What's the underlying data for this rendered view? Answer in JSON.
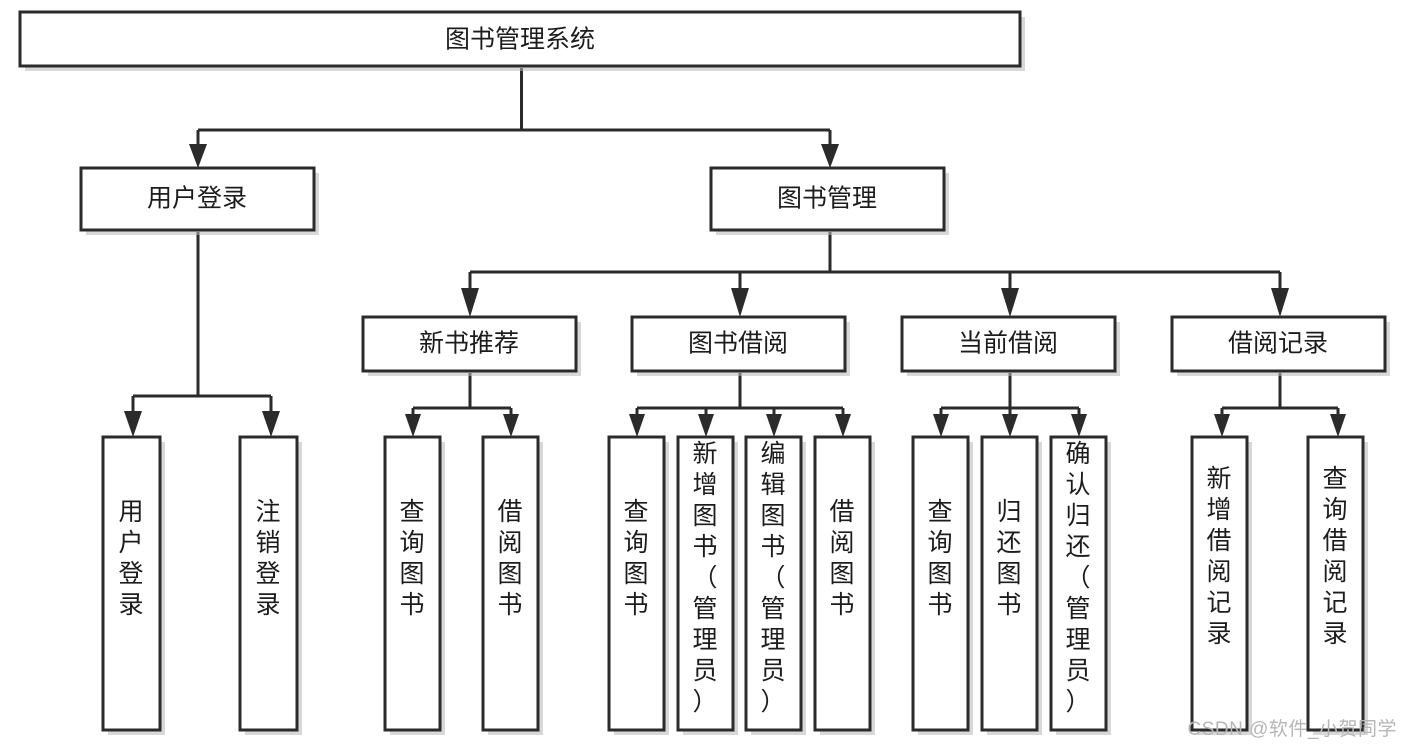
{
  "diagram": {
    "type": "hierarchy-tree",
    "title": "图书管理系统",
    "orientation": "top-down",
    "watermark": "CSDN @软件_小贺同学",
    "colors": {
      "stroke": "#2b2b2b",
      "fill": "#ffffff",
      "text": "#1c1c1c",
      "shadow": "#b8b8b8",
      "watermark": "#b6b6b6"
    },
    "levels": [
      {
        "index": 0,
        "name": "root"
      },
      {
        "index": 1,
        "name": "modules"
      },
      {
        "index": 2,
        "name": "submodules"
      },
      {
        "index": 3,
        "name": "functions"
      }
    ],
    "nodes": {
      "root": {
        "label": "图书管理系统",
        "orientation": "horizontal"
      },
      "user_login": {
        "label": "用户登录",
        "orientation": "horizontal"
      },
      "book_manage": {
        "label": "图书管理",
        "orientation": "horizontal"
      },
      "new_book_rec": {
        "label": "新书推荐",
        "orientation": "horizontal"
      },
      "book_borrow": {
        "label": "图书借阅",
        "orientation": "horizontal"
      },
      "current_borrow": {
        "label": "当前借阅",
        "orientation": "horizontal"
      },
      "borrow_record": {
        "label": "借阅记录",
        "orientation": "horizontal"
      },
      "leaf_user_login": {
        "label": "用户登录",
        "orientation": "vertical"
      },
      "leaf_logout": {
        "label": "注销登录",
        "orientation": "vertical"
      },
      "leaf_query_book_1": {
        "label": "查询图书",
        "orientation": "vertical"
      },
      "leaf_borrow_book_1": {
        "label": "借阅图书",
        "orientation": "vertical"
      },
      "leaf_query_book_2": {
        "label": "查询图书",
        "orientation": "vertical"
      },
      "leaf_add_book": {
        "label": "新增图书（管理员）",
        "orientation": "vertical"
      },
      "leaf_edit_book": {
        "label": "编辑图书（管理员）",
        "orientation": "vertical"
      },
      "leaf_borrow_book_2": {
        "label": "借阅图书",
        "orientation": "vertical"
      },
      "leaf_query_book_3": {
        "label": "查询图书",
        "orientation": "vertical"
      },
      "leaf_return_book": {
        "label": "归还图书",
        "orientation": "vertical"
      },
      "leaf_confirm_return": {
        "label": "确认归还（管理员）",
        "orientation": "vertical"
      },
      "leaf_add_record": {
        "label": "新增借阅记录",
        "orientation": "vertical"
      },
      "leaf_query_record": {
        "label": "查询借阅记录",
        "orientation": "vertical"
      }
    },
    "edges": [
      {
        "from": "root",
        "to": "user_login"
      },
      {
        "from": "root",
        "to": "book_manage"
      },
      {
        "from": "user_login",
        "to": "leaf_user_login"
      },
      {
        "from": "user_login",
        "to": "leaf_logout"
      },
      {
        "from": "book_manage",
        "to": "new_book_rec"
      },
      {
        "from": "book_manage",
        "to": "book_borrow"
      },
      {
        "from": "book_manage",
        "to": "current_borrow"
      },
      {
        "from": "book_manage",
        "to": "borrow_record"
      },
      {
        "from": "new_book_rec",
        "to": "leaf_query_book_1"
      },
      {
        "from": "new_book_rec",
        "to": "leaf_borrow_book_1"
      },
      {
        "from": "book_borrow",
        "to": "leaf_query_book_2"
      },
      {
        "from": "book_borrow",
        "to": "leaf_add_book"
      },
      {
        "from": "book_borrow",
        "to": "leaf_edit_book"
      },
      {
        "from": "book_borrow",
        "to": "leaf_borrow_book_2"
      },
      {
        "from": "current_borrow",
        "to": "leaf_query_book_3"
      },
      {
        "from": "current_borrow",
        "to": "leaf_return_book"
      },
      {
        "from": "current_borrow",
        "to": "leaf_confirm_return"
      },
      {
        "from": "borrow_record",
        "to": "leaf_add_record"
      },
      {
        "from": "borrow_record",
        "to": "leaf_query_record"
      }
    ]
  }
}
